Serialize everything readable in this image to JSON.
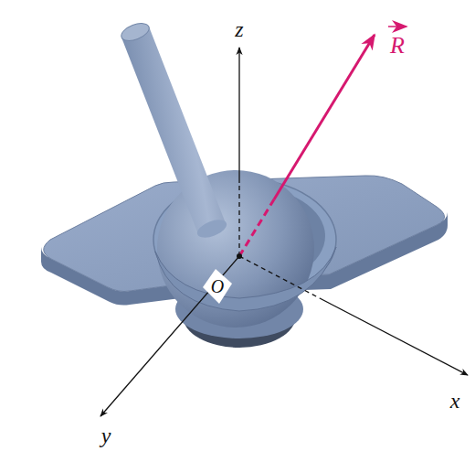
{
  "diagram": {
    "labels": [
      "z",
      "x",
      "y",
      "O",
      "R"
    ]
  }
}
